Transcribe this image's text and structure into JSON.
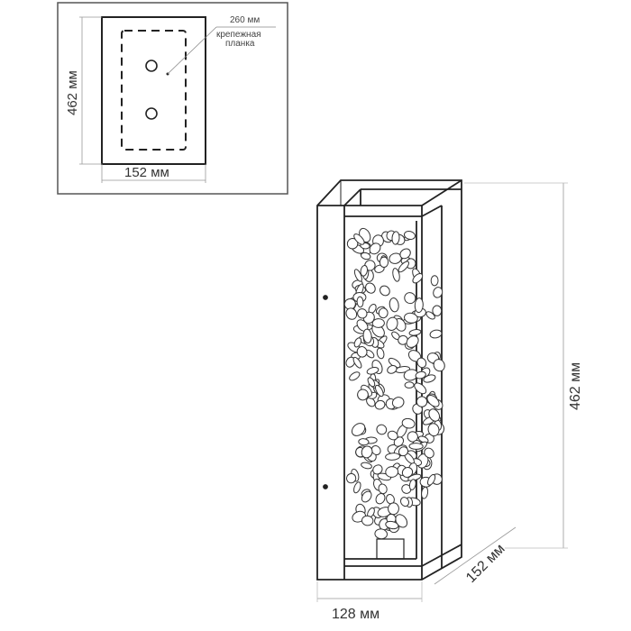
{
  "mount_view": {
    "height_label": "462 мм",
    "width_label": "152 мм",
    "bracket_size_label": "260 мм",
    "bracket_label_line1": "крепежная",
    "bracket_label_line2": "планка"
  },
  "lamp_view": {
    "height_label": "462 мм",
    "width_label": "128 мм",
    "depth_label": "152 мм"
  }
}
